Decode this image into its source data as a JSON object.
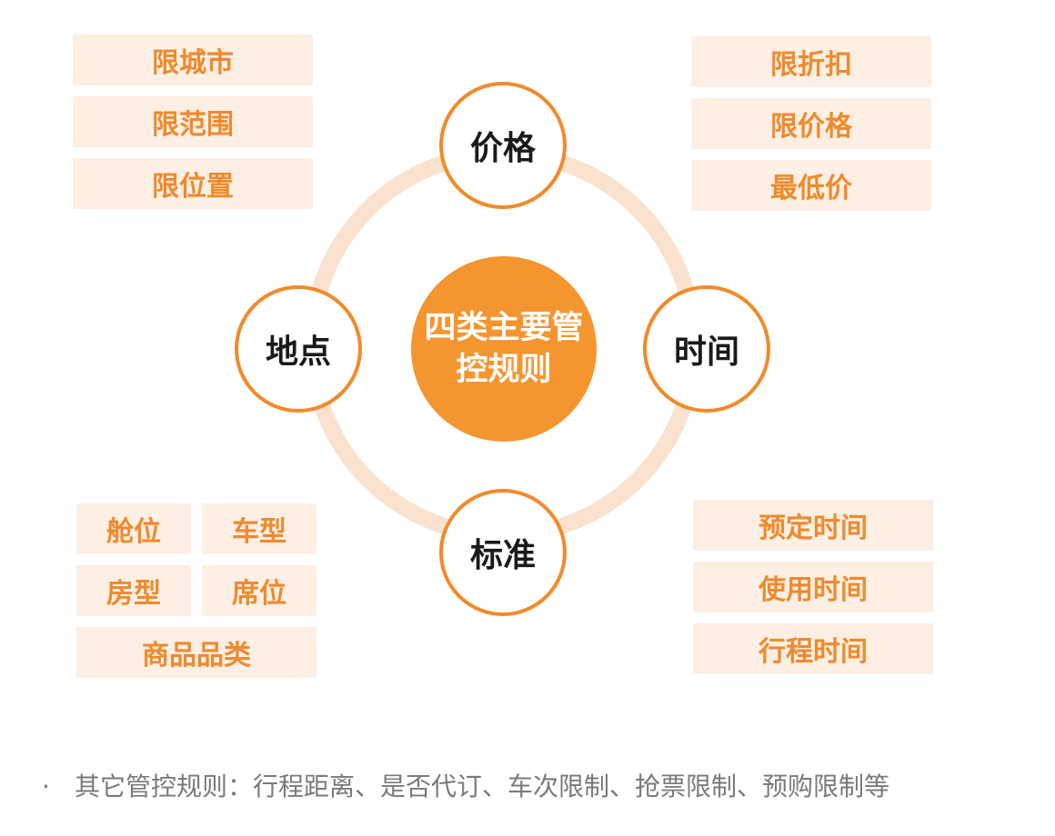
{
  "center": {
    "title": "四类主要管控规则"
  },
  "nodes": {
    "price": "价格",
    "place": "地点",
    "time": "时间",
    "standard": "标准"
  },
  "place_tags": [
    "限城市",
    "限范围",
    "限位置"
  ],
  "price_tags": [
    "限折扣",
    "限价格",
    "最低价"
  ],
  "standard_tags": [
    "舱位",
    "车型",
    "房型",
    "席位",
    "商品品类"
  ],
  "time_tags": [
    "预定时间",
    "使用时间",
    "行程时间"
  ],
  "footer": {
    "bullet": "·",
    "note": "其它管控规则：行程距离、是否代订、车次限制、抢票限制、预购限制等"
  },
  "colors": {
    "accent": "#f5952f",
    "node_border": "#f28a2a",
    "ring": "#fbe2cf",
    "tag_bg": "#fdefe4",
    "tag_text": "#ef8a2d"
  }
}
